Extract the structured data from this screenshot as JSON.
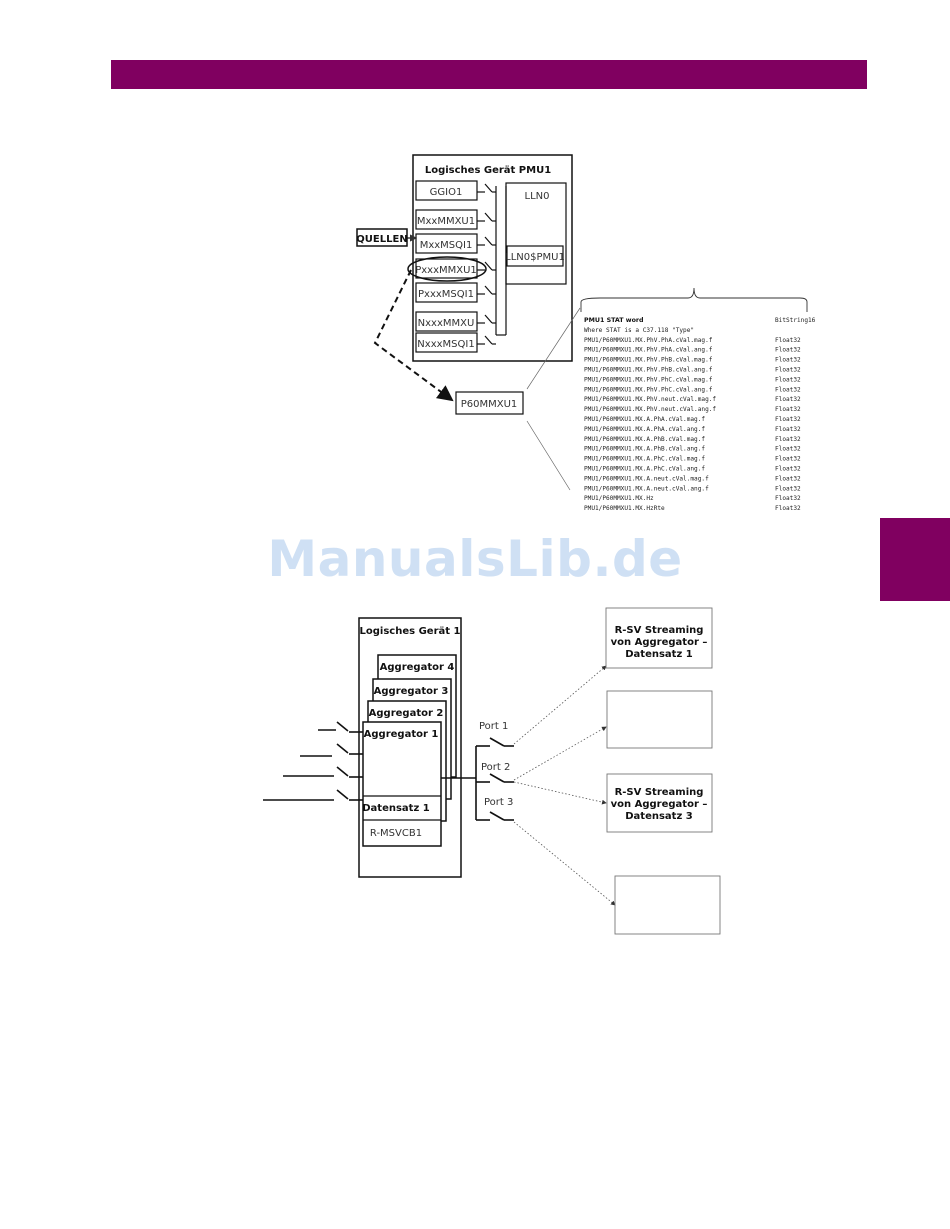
{
  "colors": {
    "brand": "#800060"
  },
  "watermark": "ManualsLib.de",
  "fig1": {
    "device_title": "Logisches Gerät PMU1",
    "nodes": [
      "GGIO1",
      "MxxMMXU1",
      "MxxMSQI1",
      "PxxxMMXU1",
      "PxxxMSQI1",
      "NxxxMMXU",
      "NxxxMSQI1"
    ],
    "lln0": "LLN0",
    "lln0_pmu": "LLN0$PMU1",
    "sources": "QUELLEN",
    "p60": "P60MMXU1",
    "table_rows": [
      {
        "path": "PMU1 STAT word",
        "type": "BitString16"
      },
      {
        "path": "Where STAT is a C37.118 \"Type\"",
        "type": ""
      },
      {
        "path": "PMU1/P60MMXU1.MX.PhV.PhA.cVal.mag.f",
        "type": "Float32"
      },
      {
        "path": "PMU1/P60MMXU1.MX.PhV.PhA.cVal.ang.f",
        "type": "Float32"
      },
      {
        "path": "PMU1/P60MMXU1.MX.PhV.PhB.cVal.mag.f",
        "type": "Float32"
      },
      {
        "path": "PMU1/P60MMXU1.MX.PhV.PhB.cVal.ang.f",
        "type": "Float32"
      },
      {
        "path": "PMU1/P60MMXU1.MX.PhV.PhC.cVal.mag.f",
        "type": "Float32"
      },
      {
        "path": "PMU1/P60MMXU1.MX.PhV.PhC.cVal.ang.f",
        "type": "Float32"
      },
      {
        "path": "PMU1/P60MMXU1.MX.PhV.neut.cVal.mag.f",
        "type": "Float32"
      },
      {
        "path": "PMU1/P60MMXU1.MX.PhV.neut.cVal.ang.f",
        "type": "Float32"
      },
      {
        "path": "PMU1/P60MMXU1.MX.A.PhA.cVal.mag.f",
        "type": "Float32"
      },
      {
        "path": "PMU1/P60MMXU1.MX.A.PhA.cVal.ang.f",
        "type": "Float32"
      },
      {
        "path": "PMU1/P60MMXU1.MX.A.PhB.cVal.mag.f",
        "type": "Float32"
      },
      {
        "path": "PMU1/P60MMXU1.MX.A.PhB.cVal.ang.f",
        "type": "Float32"
      },
      {
        "path": "PMU1/P60MMXU1.MX.A.PhC.cVal.mag.f",
        "type": "Float32"
      },
      {
        "path": "PMU1/P60MMXU1.MX.A.PhC.cVal.ang.f",
        "type": "Float32"
      },
      {
        "path": "PMU1/P60MMXU1.MX.A.neut.cVal.mag.f",
        "type": "Float32"
      },
      {
        "path": "PMU1/P60MMXU1.MX.A.neut.cVal.ang.f",
        "type": "Float32"
      },
      {
        "path": "PMU1/P60MMXU1.MX.Hz",
        "type": "Float32"
      },
      {
        "path": "PMU1/P60MMXU1.MX.HzRte",
        "type": "Float32"
      }
    ]
  },
  "fig2": {
    "device_title": "Logisches Gerät 1",
    "aggregators": [
      "Aggregator 4",
      "Aggregator 3",
      "Aggregator 2",
      "Aggregator 1"
    ],
    "dataset": "Datensatz 1",
    "control_block": "R-MSVCB1",
    "ports": [
      "Port 1",
      "Port 2",
      "Port 3"
    ],
    "stream1": [
      "R-SV Streaming",
      "von Aggregator –",
      "Datensatz 1"
    ],
    "stream3": [
      "R-SV Streaming",
      "von Aggregator –",
      "Datensatz 3"
    ]
  }
}
